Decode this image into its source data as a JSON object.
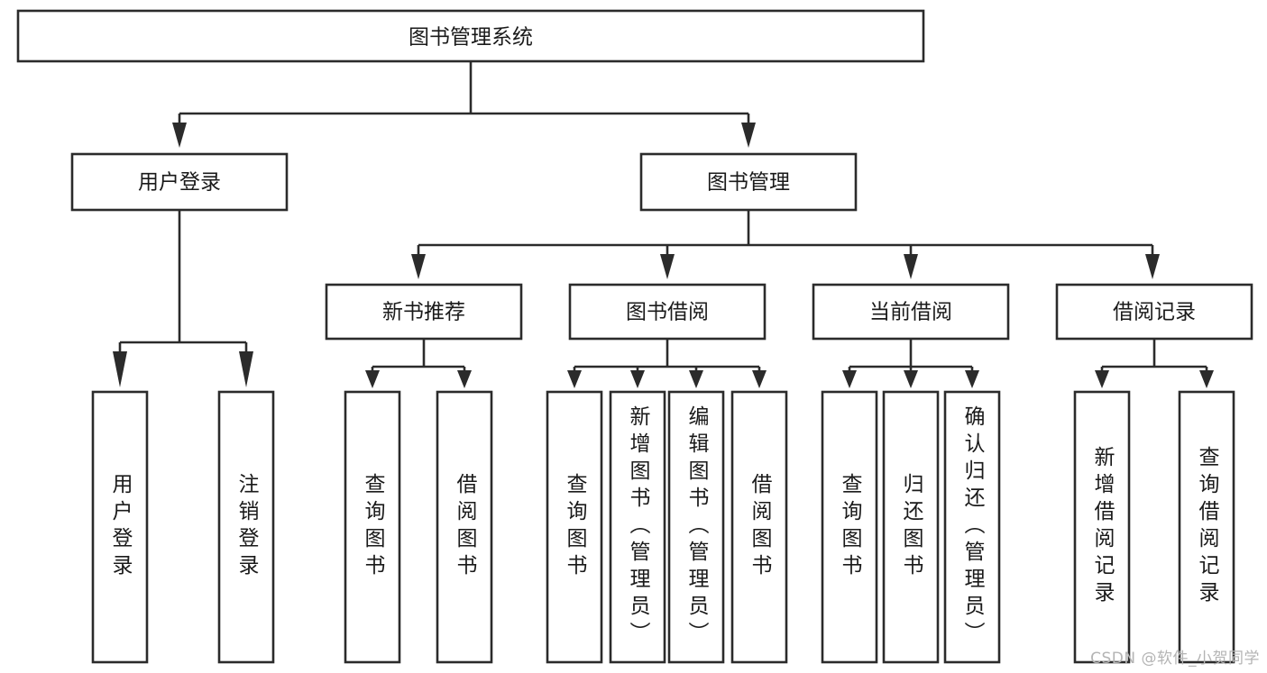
{
  "diagram": {
    "title": "图书管理系统",
    "type": "hierarchy-tree",
    "root": {
      "id": "root",
      "label": "图书管理系统",
      "orientation": "horizontal"
    },
    "level2": [
      {
        "id": "user-login",
        "label": "用户登录",
        "orientation": "horizontal"
      },
      {
        "id": "book-manage",
        "label": "图书管理",
        "orientation": "horizontal"
      }
    ],
    "level3": [
      {
        "id": "new-book-recommend",
        "label": "新书推荐",
        "orientation": "horizontal"
      },
      {
        "id": "book-borrow",
        "label": "图书借阅",
        "orientation": "horizontal"
      },
      {
        "id": "current-borrow",
        "label": "当前借阅",
        "orientation": "horizontal"
      },
      {
        "id": "borrow-record",
        "label": "借阅记录",
        "orientation": "horizontal"
      }
    ],
    "leaves": [
      {
        "id": "leaf-user-login",
        "label": "用户登录",
        "parent": "user-login",
        "orientation": "vertical"
      },
      {
        "id": "leaf-user-logout",
        "label": "注销登录",
        "parent": "user-login",
        "orientation": "vertical"
      },
      {
        "id": "leaf-query-book-rec",
        "label": "查询图书",
        "parent": "new-book-recommend",
        "orientation": "vertical"
      },
      {
        "id": "leaf-borrow-book-rec",
        "label": "借阅图书",
        "parent": "new-book-recommend",
        "orientation": "vertical"
      },
      {
        "id": "leaf-query-book-borrow",
        "label": "查询图书",
        "parent": "book-borrow",
        "orientation": "vertical"
      },
      {
        "id": "leaf-add-book-admin",
        "label": "新增图书（管理员）",
        "parent": "book-borrow",
        "orientation": "vertical"
      },
      {
        "id": "leaf-edit-book-admin",
        "label": "编辑图书（管理员）",
        "parent": "book-borrow",
        "orientation": "vertical"
      },
      {
        "id": "leaf-borrow-book",
        "label": "借阅图书",
        "parent": "book-borrow",
        "orientation": "vertical"
      },
      {
        "id": "leaf-query-book-current",
        "label": "查询图书",
        "parent": "current-borrow",
        "orientation": "vertical"
      },
      {
        "id": "leaf-return-book",
        "label": "归还图书",
        "parent": "current-borrow",
        "orientation": "vertical"
      },
      {
        "id": "leaf-confirm-return-admin",
        "label": "确认归还（管理员）",
        "parent": "current-borrow",
        "orientation": "vertical"
      },
      {
        "id": "leaf-add-borrow-record",
        "label": "新增借阅记录",
        "parent": "borrow-record",
        "orientation": "vertical"
      },
      {
        "id": "leaf-query-borrow-record",
        "label": "查询借阅记录",
        "parent": "borrow-record",
        "orientation": "vertical"
      }
    ],
    "colors": {
      "box_stroke": "#2b2b2b",
      "box_fill": "#ffffff",
      "text": "#1a1a1a",
      "background": "#ffffff",
      "watermark": "#b4b4b4"
    }
  },
  "watermark": {
    "text": "CSDN @软件_小贺同学"
  }
}
